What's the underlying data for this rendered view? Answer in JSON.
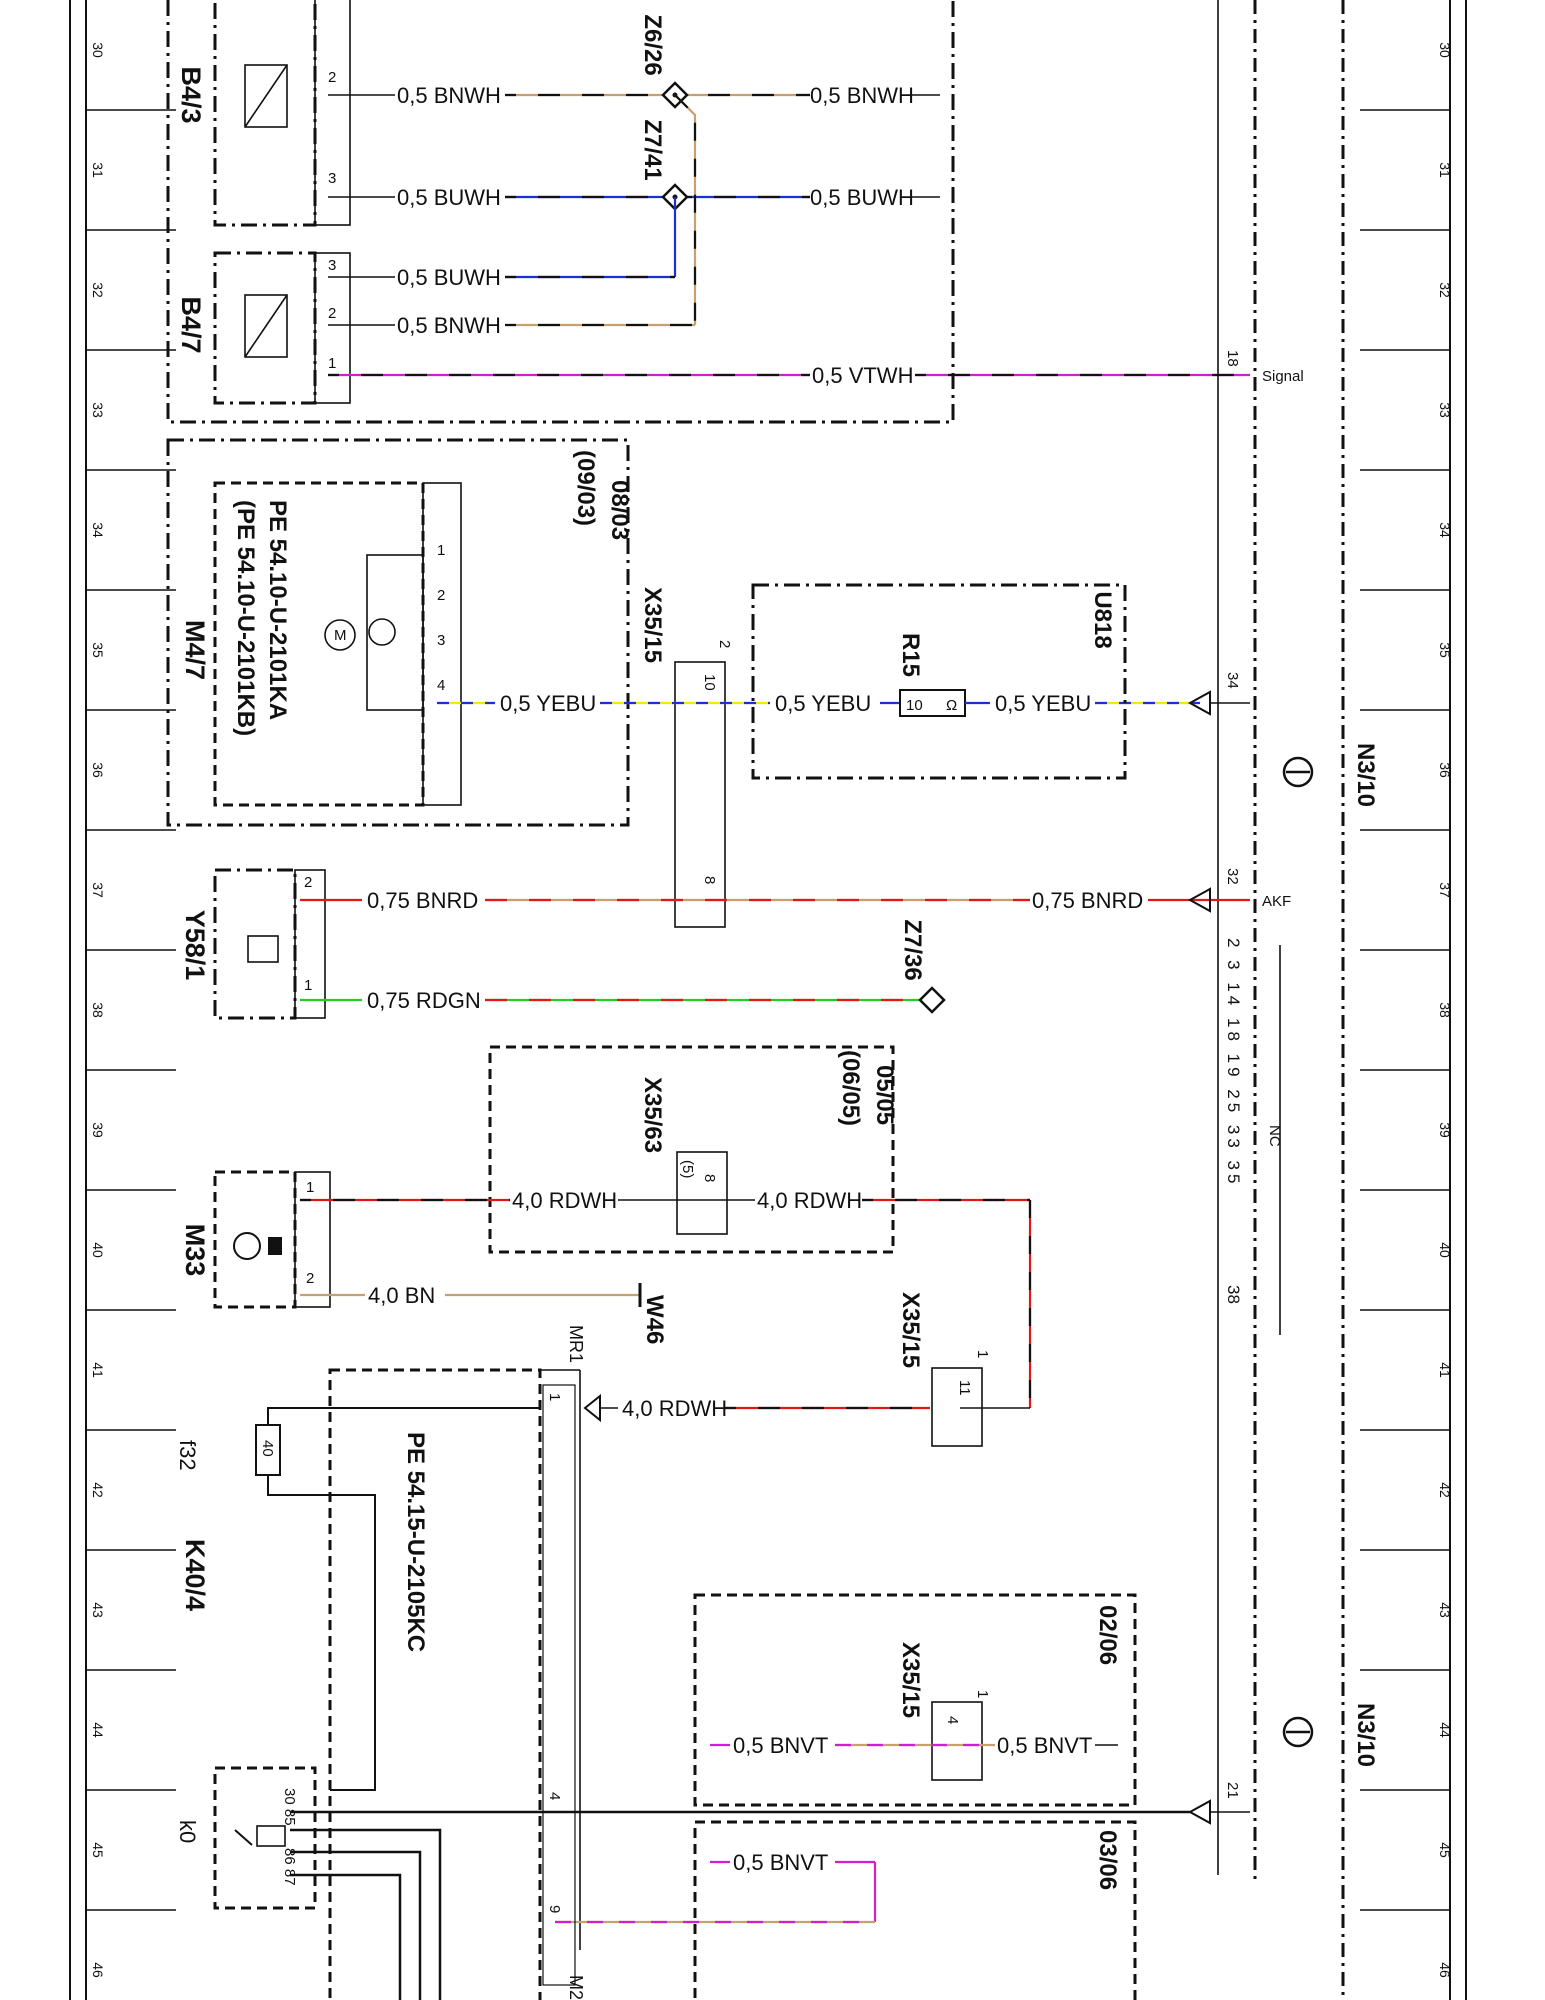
{
  "ruler_numbers": [
    "30",
    "31",
    "32",
    "33",
    "34",
    "35",
    "36",
    "37",
    "38",
    "39",
    "40",
    "41",
    "42",
    "43",
    "44",
    "45",
    "46"
  ],
  "components": {
    "B4_3": "B4/3",
    "B4_7": "B4/7",
    "M4_7": "M4/7",
    "M4_7_ref_a": "PE 54.10-U-2101KA",
    "M4_7_ref_b": "(PE 54.10-U-2101KB)",
    "Y58_1": "Y58/1",
    "M33": "M33",
    "K40_4": "K40/4",
    "K40_4_ref": "PE 54.15-U-2105KC",
    "f32": "f32",
    "k0": "k0",
    "U818": "U818",
    "R15": "R15",
    "N3_10_a": "N3/10",
    "N3_10_b": "N3/10",
    "W46": "W46",
    "Z6_26": "Z6/26",
    "Z7_41": "Z7/41",
    "Z7_36": "Z7/36",
    "X35_15_a": "X35/15",
    "X35_15_b": "X35/15",
    "X35_15_c": "X35/15",
    "X35_63": "X35/63",
    "MR1": "MR1",
    "M2": "M2",
    "ref_0803": "08/03",
    "ref_0903": "(09/03)",
    "ref_0505": "05/05",
    "ref_0605": "(06/05)",
    "ref_0206": "02/06",
    "ref_0306": "03/06"
  },
  "wires": {
    "bnwh_left": "0,5 BNWH",
    "bnwh_right": "0,5 BNWH",
    "buwh_left": "0,5 BUWH",
    "buwh_right": "0,5 BUWH",
    "buwh_b47": "0,5 BUWH",
    "bnwh_b47": "0,5 BNWH",
    "vtwh": "0,5 VTWH",
    "yebu_1": "0,5 YEBU",
    "yebu_2": "0,5 YEBU",
    "yebu_3": "0,5 YEBU",
    "bnrd_1": "0,75 BNRD",
    "bnrd_2": "0,75 BNRD",
    "rdgn": "0,75 RDGN",
    "rdwh_1": "4,0 RDWH",
    "rdwh_2": "4,0 RDWH",
    "rdwh_3": "4,0 RDWH",
    "bn_m33": "4,0 BN",
    "bnvt_1": "0,5 BNVT",
    "bnvt_2": "0,5 BNVT",
    "bnvt_3": "0,5 BNVT"
  },
  "pins": {
    "b43_2": "2",
    "b43_3": "3",
    "b47_3": "3",
    "b47_2": "2",
    "b47_1": "1",
    "n310_18": "18",
    "signal": "Signal",
    "m47_1": "1",
    "m47_2": "2",
    "m47_3": "3",
    "m47_4": "4",
    "x3515_10": "10",
    "x3515_2": "2",
    "x3515_8": "8",
    "r15_10": "10",
    "n310_34": "34",
    "n310_32": "32",
    "akf": "AKF",
    "y581_2": "2",
    "y581_1": "1",
    "nc_pins": "2  3  14  18  19  25  33  35",
    "nc_38": "38",
    "nc": "NC",
    "x3563_8": "8",
    "x3563_5": "(5)",
    "m33_1": "1",
    "m33_2": "2",
    "x3515_11": "11",
    "x3515_1": "1",
    "mr1_1": "1",
    "mr1_4": "4",
    "mr1_9": "9",
    "f32_40": "40",
    "k0_pins": "30 85",
    "k0_pins2": "86 87",
    "x3515_4": "4",
    "x3515_1b": "1",
    "n310_21": "21"
  },
  "colors": {
    "brown": "#c8a070",
    "blue": "#1a2fd6",
    "violet": "#d21ed2",
    "yellow": "#f2ea00",
    "red": "#e01818",
    "green": "#22d022",
    "black": "#111111"
  }
}
